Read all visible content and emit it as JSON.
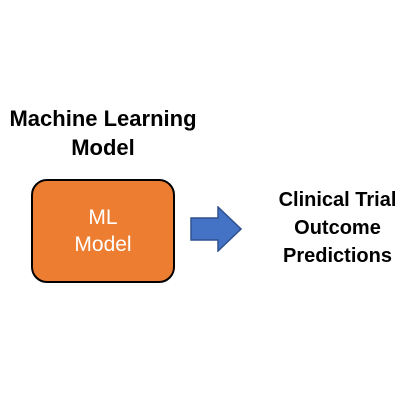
{
  "heading": {
    "lines": [
      "Machine Learning",
      "Model"
    ]
  },
  "model_box": {
    "lines": [
      "ML",
      "Model"
    ],
    "fill_color": "#ed7d31",
    "text_color": "#ffffff"
  },
  "arrow": {
    "color": "#4472c4",
    "direction": "right"
  },
  "outcome": {
    "lines": [
      "Clinical Trial",
      "Outcome",
      "Predictions"
    ]
  }
}
